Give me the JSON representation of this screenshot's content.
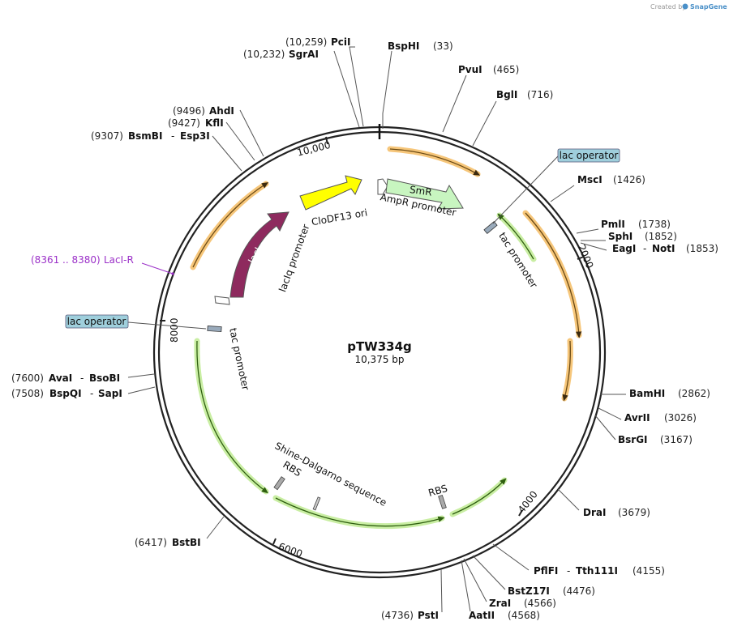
{
  "credit": {
    "prefix": "Created by",
    "brand": "SnapGene"
  },
  "plasmid": {
    "name": "pTW334g",
    "size": "10,375 bp",
    "length": 10375
  },
  "ticks": [
    {
      "text": "10,000",
      "bp": 10000
    },
    {
      "text": "2000",
      "bp": 2000
    },
    {
      "text": "4000",
      "bp": 4000
    },
    {
      "text": "6000",
      "bp": 6000
    },
    {
      "text": "8000",
      "bp": 8000
    }
  ],
  "sites": [
    {
      "name": "BspHI",
      "pos": "(33)"
    },
    {
      "name": "PvuI",
      "pos": "(465)"
    },
    {
      "name": "BglI",
      "pos": "(716)"
    },
    {
      "name": "MscI",
      "pos": "(1426)"
    },
    {
      "name": "PmlI",
      "pos": "(1738)"
    },
    {
      "name": "SphI",
      "pos": "(1852)"
    },
    {
      "name": "EagI",
      "name2": "NotI",
      "pos": "(1853)"
    },
    {
      "name": "BamHI",
      "pos": "(2862)"
    },
    {
      "name": "AvrII",
      "pos": "(3026)"
    },
    {
      "name": "BsrGI",
      "pos": "(3167)"
    },
    {
      "name": "DraI",
      "pos": "(3679)"
    },
    {
      "name": "PflFI",
      "name2": "Tth111I",
      "pos": "(4155)"
    },
    {
      "name": "BstZ17I",
      "pos": "(4476)"
    },
    {
      "name": "ZraI",
      "pos": "(4566)"
    },
    {
      "name": "AatII",
      "pos": "(4568)"
    },
    {
      "name": "PstI",
      "pos": "(4736)"
    },
    {
      "name": "BstBI",
      "pos": "(6417)"
    },
    {
      "name": "BspQI",
      "name2": "SapI",
      "pos": "(7508)"
    },
    {
      "name": "AvaI",
      "name2": "BsoBI",
      "pos": "(7600)"
    },
    {
      "name": "BsmBI",
      "name2": "Esp3I",
      "pos": "(9307)"
    },
    {
      "name": "KflI",
      "pos": "(9427)"
    },
    {
      "name": "AhdI",
      "pos": "(9496)"
    },
    {
      "name": "SgrAI",
      "pos": "(10,232)"
    },
    {
      "name": "PciI",
      "pos": "(10,259)"
    }
  ],
  "primer": {
    "name": "LacI-R",
    "range": "(8361 .. 8380)",
    "color": "#9b30c8"
  },
  "features": {
    "smr": "SmR",
    "clodf13": "CloDF13 ori",
    "ampr_promoter": "AmpR promoter",
    "laci": "lacI",
    "laciq_promoter": "lacIq promoter",
    "lac_operator_1": "lac operator",
    "lac_operator_2": "lac operator",
    "tac_promoter_1": "tac promoter",
    "tac_promoter_2": "tac promoter",
    "shine_dalgarno": "Shine-Dalgarno sequence",
    "rbs_1": "RBS",
    "rbs_2": "RBS"
  },
  "colors": {
    "orange": "#f0a830",
    "green": "#6fba2c",
    "laci": "#8e2a5e",
    "clodf13": "#ffff00",
    "smr": "#c8f5c0",
    "operator_box": "#9fcfdc"
  }
}
